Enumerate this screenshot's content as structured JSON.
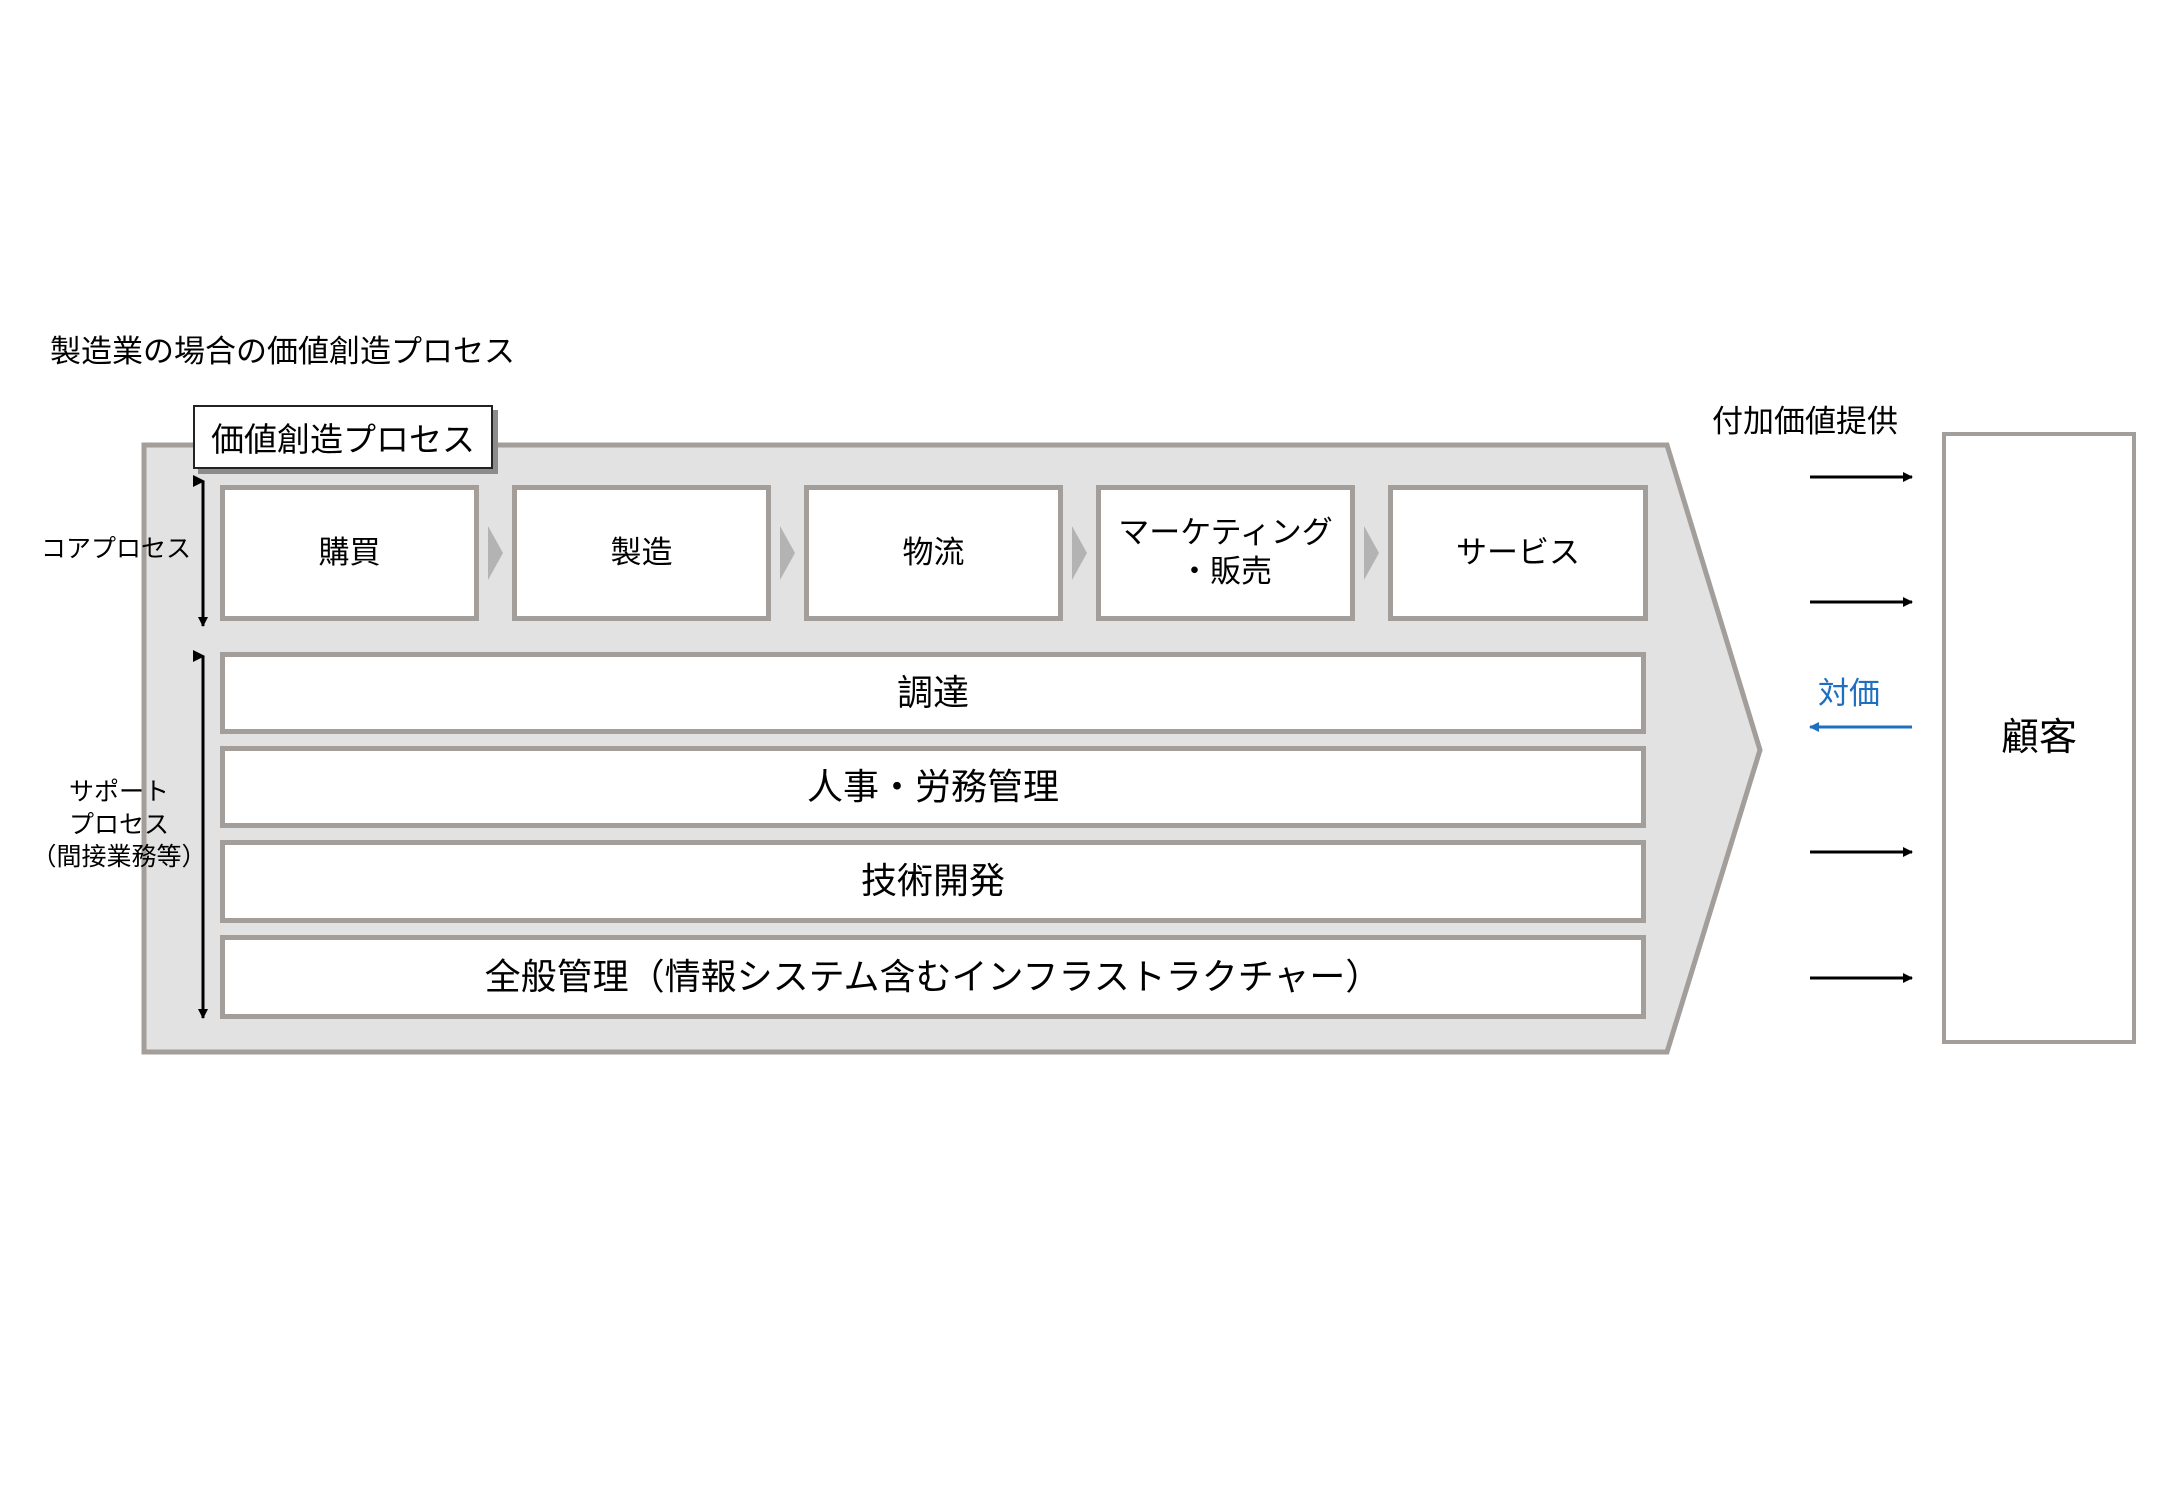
{
  "diagram": {
    "title": "製造業の場合の価値創造プロセス",
    "frame_label": "価値創造プロセス",
    "core_label": "コアプロセス",
    "support_label": "サポート\nプロセス\n（間接業務等）",
    "core_processes": [
      {
        "label": "購買"
      },
      {
        "label": "製造"
      },
      {
        "label": "物流"
      },
      {
        "label": "マーケティング\n・販売"
      },
      {
        "label": "サービス"
      }
    ],
    "support_processes": [
      {
        "label": "調達"
      },
      {
        "label": "人事・労務管理"
      },
      {
        "label": "技術開発"
      },
      {
        "label": "全般管理（情報システム含むインフラストラクチャー）"
      }
    ],
    "value_label": "付加価値提供",
    "payment_label": "対価",
    "customer_label": "顧客",
    "colors": {
      "frame_fill": "#e2e2e2",
      "frame_stroke": "#a39e9a",
      "payment_arrow": "#1f6fc0"
    }
  }
}
